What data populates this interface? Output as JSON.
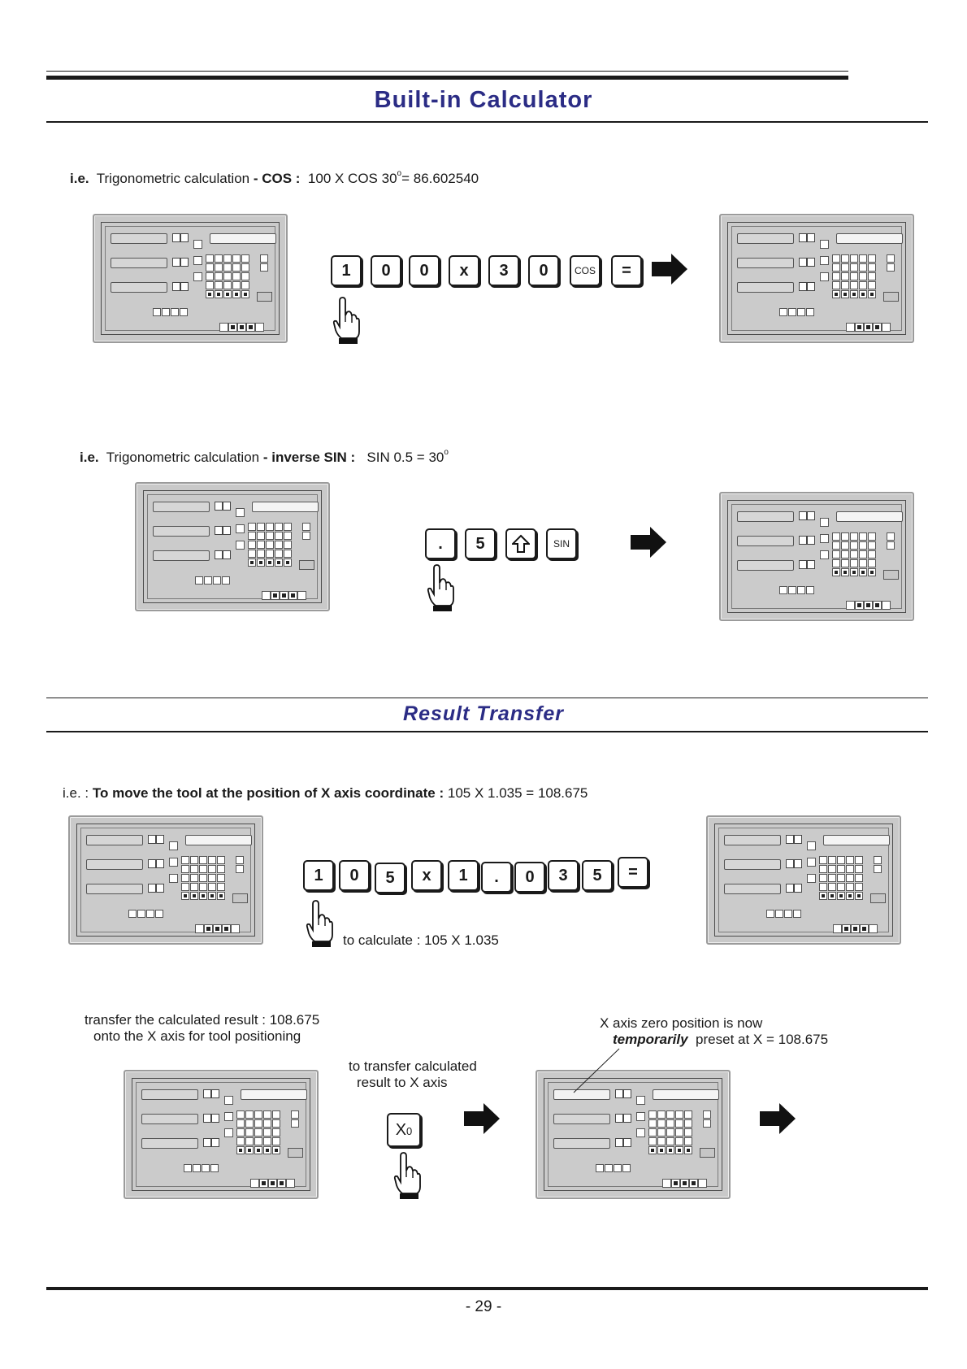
{
  "section1": {
    "title": "Built-in Calculator",
    "example_cos": {
      "prefix": "i.e.",
      "text": "Trigonometric calculation",
      "op": "- COS  :",
      "formula_a": "100 X COS 30",
      "degree": "o",
      "formula_b": "= 86.602540",
      "keys": [
        "1",
        "0",
        "0",
        "x",
        "3",
        "0",
        "COS",
        "="
      ]
    },
    "example_sin": {
      "prefix": "i.e.",
      "text": "Trigonometric calculation",
      "op": "- inverse SIN :",
      "formula": "SIN   0.5  =  30",
      "degree": "o",
      "keys": [
        ".",
        "5",
        "shift",
        "SIN"
      ]
    }
  },
  "section2": {
    "title": "Result Transfer",
    "example": {
      "prefix": "i.e. :",
      "bold": "To move the tool at the position of  X axis coordinate :",
      "formula": "105 X 1.035 = 108.675",
      "keys": [
        "1",
        "0",
        "5",
        "x",
        "1",
        ".",
        "0",
        "3",
        "5",
        "="
      ],
      "calc_note": "to calculate  : 105 X 1.035"
    },
    "transfer": {
      "note_left_1": "transfer the calculated result : 108.675",
      "note_left_2": "onto the X axis for tool positioning",
      "note_mid_1": "to transfer calculated",
      "note_mid_2": "result to X axis",
      "key": "X",
      "key_sub": "0",
      "note_right_1": "X axis zero position is now",
      "note_right_em": "temporarily",
      "note_right_2": "preset at  X = 108.675"
    }
  },
  "footer": {
    "page": "- 29 -"
  }
}
